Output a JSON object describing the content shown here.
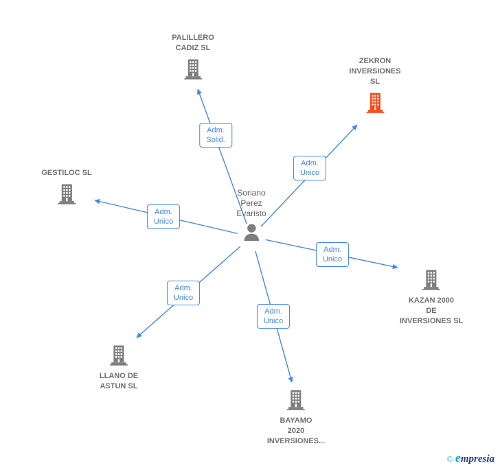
{
  "person": {
    "name": "Soriano Perez Evaristo",
    "name_lines": [
      "Soriano",
      "Perez",
      "Evaristo"
    ]
  },
  "companies": [
    {
      "name": "PALILLERO CADIZ SL",
      "lines": [
        "PALILLERO",
        "CADIZ  SL"
      ],
      "icon_color": "#7d7d7d"
    },
    {
      "name": "ZEKRON INVERSIONES SL",
      "lines": [
        "ZEKRON",
        "INVERSIONES",
        "SL"
      ],
      "icon_color": "#fa4616"
    },
    {
      "name": "GESTILOC SL",
      "lines": [
        "GESTILOC SL"
      ],
      "icon_color": "#7d7d7d"
    },
    {
      "name": "KAZAN 2000 DE INVERSIONES SL",
      "lines": [
        "KAZAN 2000",
        "DE",
        "INVERSIONES SL"
      ],
      "icon_color": "#7d7d7d"
    },
    {
      "name": "LLANO DE ASTUN SL",
      "lines": [
        "LLANO DE",
        "ASTUN SL"
      ],
      "icon_color": "#7d7d7d"
    },
    {
      "name": "BAYAMO 2020 INVERSIONES...",
      "lines": [
        "BAYAMO",
        "2020",
        "INVERSIONES..."
      ],
      "icon_color": "#7d7d7d"
    }
  ],
  "edges": [
    {
      "from": "Soriano Perez Evaristo",
      "to": "PALILLERO CADIZ SL",
      "label": "Adm. Solid.",
      "label_lines": [
        "Adm.",
        "Solid."
      ]
    },
    {
      "from": "Soriano Perez Evaristo",
      "to": "ZEKRON INVERSIONES SL",
      "label": "Adm. Unico",
      "label_lines": [
        "Adm.",
        "Unico"
      ]
    },
    {
      "from": "Soriano Perez Evaristo",
      "to": "GESTILOC SL",
      "label": "Adm. Unico",
      "label_lines": [
        "Adm.",
        "Unico"
      ]
    },
    {
      "from": "Soriano Perez Evaristo",
      "to": "KAZAN 2000 DE INVERSIONES SL",
      "label": "Adm. Unico",
      "label_lines": [
        "Adm.",
        "Unico"
      ]
    },
    {
      "from": "Soriano Perez Evaristo",
      "to": "LLANO DE ASTUN SL",
      "label": "Adm. Unico",
      "label_lines": [
        "Adm.",
        "Unico"
      ]
    },
    {
      "from": "Soriano Perez Evaristo",
      "to": "BAYAMO 2020 INVERSIONES...",
      "label": "Adm. Unico",
      "label_lines": [
        "Adm.",
        "Unico"
      ]
    }
  ],
  "colors": {
    "edge_blue": "#4285f4",
    "company_text": "#6e6e6e",
    "person_text": "#5f5f5f",
    "icon_gray": "#7d7d7d",
    "zekron_orange": "#fa4616",
    "logo_teal": "#00a5b5",
    "logo_navy": "#21409a"
  },
  "logo": {
    "copyright": "©",
    "brand_initial": "e",
    "brand_rest": "mpresia"
  }
}
